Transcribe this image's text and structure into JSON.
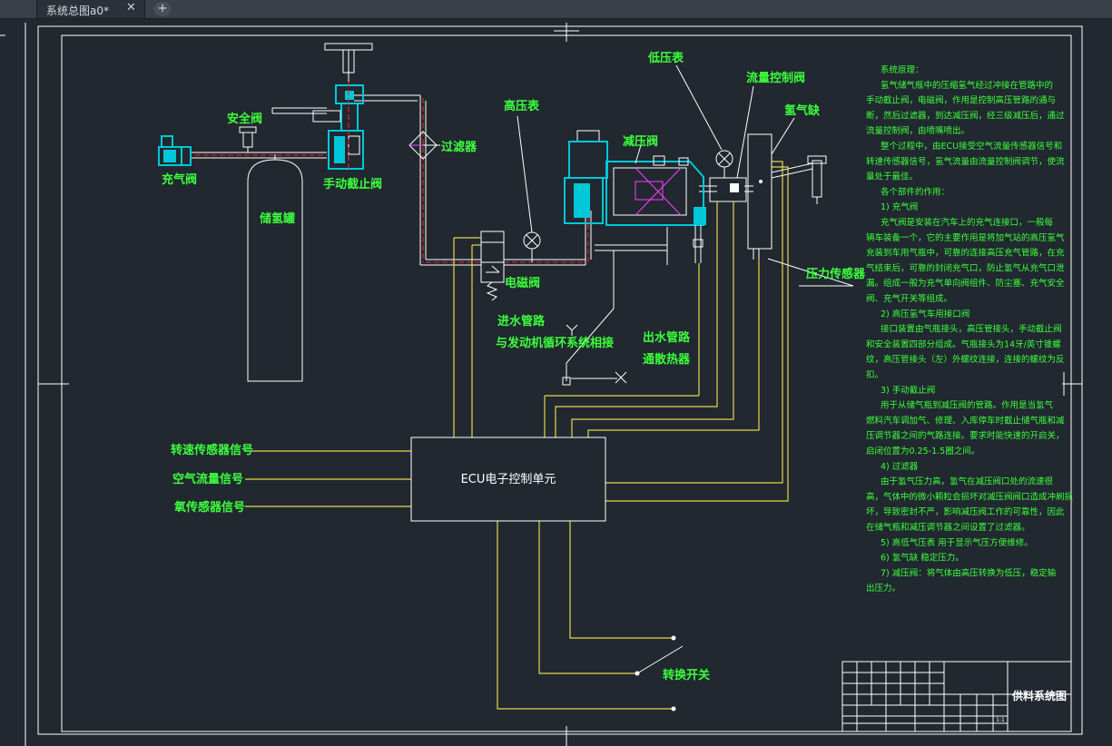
{
  "tab": {
    "title": "系统总图a0*",
    "close": "✕",
    "add": "+"
  },
  "labels": {
    "low_gauge": "低压表",
    "flow_valve": "流量控制阀",
    "hydrogen_nozzle": "氢气缺",
    "high_gauge": "高压表",
    "reducer": "减压阀",
    "safety_valve": "安全阀",
    "filter": "过滤器",
    "charge_valve": "充气阀",
    "manual_valve": "手动截止阀",
    "tank": "储氢罐",
    "solenoid": "电磁阀",
    "pressure_sensor": "压力传感器",
    "water_in_1": "进水管路",
    "water_in_2": "与发动机循环系统相接",
    "water_out_1": "出水管路",
    "water_out_2": "通散热器",
    "speed_signal": "转速传感器信号",
    "air_signal": "空气流量信号",
    "o2_signal": "氧传感器信号",
    "ecu": "ECU电子控制单元",
    "switch": "转换开关"
  },
  "notes": [
    "系统原理：",
    "氢气储气瓶中的压缩氢气经过冲接在管路中的",
    "手动截止阀，电磁阀，作用是控制高压管路的通与",
    "断，然后过滤器，到达减压阀，经三级减压后，通过",
    "流量控制阀，由喷嘴喷出。",
    "整个过程中，由ECU接受空气流量传感器信号和",
    "转速传感器信号，氢气流量由流量控制阀调节，使流",
    "量处于最佳。",
    "各个部件的作用：",
    "1) 充气阀",
    "充气阀是安装在汽车上的充气连接口，一般每",
    "辆车装备一个，它的主要作用是将加气站的高压氢气",
    "充装到车用气瓶中，可靠的连接高压充气管路，在充",
    "气结束后，可靠的封闭充气口，防止氢气从充气口泄",
    "漏。组成一般为充气单向阀组件、防尘塞、充气安全",
    "阀、充气开关等组成。",
    "2) 高压氢气车用接口阀",
    "接口装置由气瓶接头，高压管接头，手动截止阀",
    "和安全装置四部分组成。气瓶接头为14牙/英寸锥螺",
    "纹，高压管接头（左）外螺纹连接，连接的螺纹为反",
    "扣。",
    "3) 手动截止阀",
    "用于从储气瓶到减压阀的管路。作用是当氢气",
    "燃料汽车调加气、修理、入库停车时截止储气瓶和减",
    "压调节器之间的气路连接。要求时能快速的开启关，",
    "启闭位置为0.25-1.5圈之间。",
    "4) 过滤器",
    "由于氢气压力高，氢气在减压阀口处的流速很",
    "高，气体中的微小颗粒会损坏对减压阀阀口造成冲刷损",
    "坏，导致密封不严，影响减压阀工作的可靠性，因此",
    "在储气瓶和减压调节器之间设置了过滤器。",
    "5) 高低气压表 用于显示气压方便维修。",
    "6) 氢气缺 稳定压力。",
    "7) 减压阀：将气体由高压转换为低压，稳定输",
    "出压力。"
  ],
  "titleblock": {
    "title": "供料系统图",
    "scale": "1:1"
  }
}
